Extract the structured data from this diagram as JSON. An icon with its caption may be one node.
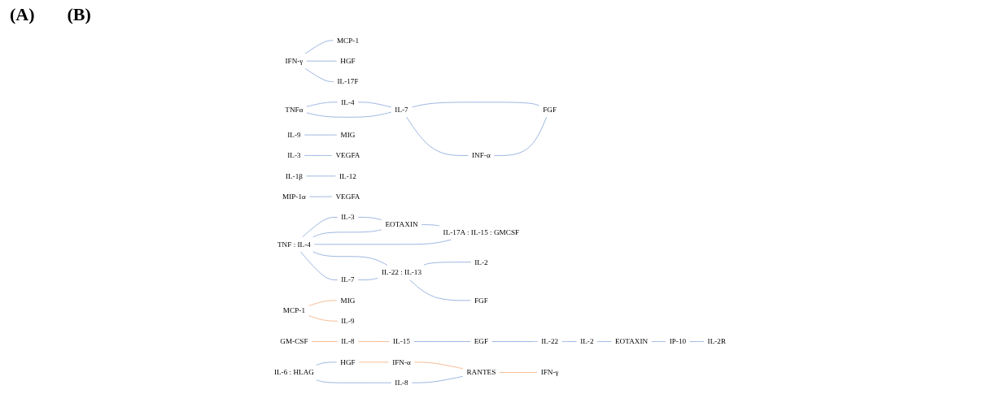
{
  "diagram": {
    "nodes": [
      {
        "text": [
          "TNFα"
        ]
      },
      {
        "text": [
          "INF-α"
        ]
      },
      {
        "text": [
          "IL-7"
        ]
      },
      {
        "text": [
          "IL-4"
        ]
      },
      {
        "text": [
          "FGF"
        ]
      },
      {
        "text": [
          "IFN-γ"
        ]
      },
      {
        "text": [
          "MCP-1"
        ]
      },
      {
        "text": [
          "HGF"
        ]
      },
      {
        "text": [
          "IL-17F"
        ]
      },
      {
        "text": [
          "IL-9"
        ]
      },
      {
        "text": [
          "MIG"
        ]
      },
      {
        "text": [
          "IL-3"
        ]
      },
      {
        "text": [
          "VEGFA"
        ]
      },
      {
        "text": [
          "GM-CSF"
        ]
      },
      {
        "text": [
          "IL-15"
        ]
      },
      {
        "text": [
          "IL-22"
        ]
      },
      {
        "text": [
          "EOTAXIN"
        ]
      },
      {
        "text": [
          "IL-2R"
        ]
      },
      {
        "text": [
          "IL-8"
        ]
      },
      {
        "text": [
          "EGF"
        ]
      },
      {
        "text": [
          "IL-2"
        ]
      },
      {
        "text": [
          "IP-10"
        ]
      },
      {
        "text": [
          "TNF : IL-4"
        ]
      },
      {
        "text": [
          "IL-7"
        ]
      },
      {
        "text": [
          "IL-3"
        ]
      },
      {
        "text": [
          "IL-22 : IL-13"
        ]
      },
      {
        "text": [
          "IL-1β"
        ]
      },
      {
        "text": [
          "IL-12"
        ]
      },
      {
        "text": [
          "EOTAXIN"
        ]
      },
      {
        "text": [
          "MIP-1α"
        ]
      },
      {
        "text": [
          "VEGFA"
        ]
      },
      {
        "text": [
          "IL-2"
        ]
      },
      {
        "text": [
          "FGF"
        ]
      },
      {
        "text": [
          "IL-17A : IL-15 : GMCSF"
        ]
      },
      {
        "text": [
          "IL-6 : HLAG"
        ]
      },
      {
        "text": [
          "HGF"
        ]
      },
      {
        "text": [
          "IL-8"
        ]
      },
      {
        "text": [
          "MCP-1"
        ]
      },
      {
        "text": [
          "IFN-α"
        ]
      },
      {
        "text": [
          "RANTES"
        ]
      },
      {
        "text": [
          "IL-9"
        ]
      },
      {
        "text": [
          "MIG"
        ]
      },
      {
        "text": [
          "IFN-γ"
        ]
      }
    ],
    "edges": [
      {
        "from": 0,
        "to": 3,
        "arrow": "none"
      },
      {
        "from": 0,
        "to": 2,
        "arrow": "none"
      },
      {
        "from": 2,
        "to": 4,
        "arrow": "none"
      },
      {
        "from": 3,
        "to": 2,
        "arrow": "none"
      },
      {
        "from": 2,
        "to": 1,
        "arrow": "none"
      },
      {
        "from": 1,
        "to": 4,
        "arrow": "none"
      },
      {
        "from": 5,
        "to": 6,
        "arrow": "none"
      },
      {
        "from": 5,
        "to": 7,
        "arrow": "none"
      },
      {
        "from": 5,
        "to": 8,
        "arrow": "none"
      },
      {
        "from": 9,
        "to": 10,
        "arrow": "none"
      },
      {
        "from": 11,
        "to": 12,
        "arrow": "none"
      },
      {
        "from": 13,
        "to": 18,
        "arrow": "none",
        "color": "#f4b183"
      },
      {
        "from": 18,
        "to": 14,
        "arrow": "none",
        "color": "#f4b183"
      },
      {
        "from": 14,
        "to": 19,
        "arrow": "none"
      },
      {
        "from": 19,
        "to": 15,
        "arrow": "none"
      },
      {
        "from": 15,
        "to": 20,
        "arrow": "none"
      },
      {
        "from": 20,
        "to": 16,
        "arrow": "none"
      },
      {
        "from": 16,
        "to": 21,
        "arrow": "none"
      },
      {
        "from": 21,
        "to": 17,
        "arrow": "none"
      },
      {
        "from": 22,
        "to": 24,
        "arrow": "none"
      },
      {
        "from": 22,
        "to": 28,
        "arrow": "none"
      },
      {
        "from": 22,
        "to": 33,
        "arrow": "none"
      },
      {
        "from": 22,
        "to": 25,
        "arrow": "none"
      },
      {
        "from": 22,
        "to": 23,
        "arrow": "none"
      },
      {
        "from": 24,
        "to": 28,
        "arrow": "none"
      },
      {
        "from": 28,
        "to": 33,
        "arrow": "none"
      },
      {
        "from": 23,
        "to": 25,
        "arrow": "none"
      },
      {
        "from": 25,
        "to": 31,
        "arrow": "none"
      },
      {
        "from": 25,
        "to": 32,
        "arrow": "none"
      },
      {
        "from": 26,
        "to": 27,
        "arrow": "none"
      },
      {
        "from": 29,
        "to": 30,
        "arrow": "none"
      },
      {
        "from": 34,
        "to": 35,
        "arrow": "none"
      },
      {
        "from": 34,
        "to": 36,
        "arrow": "none"
      },
      {
        "from": 36,
        "to": 39,
        "arrow": "none"
      },
      {
        "from": 35,
        "to": 38,
        "arrow": "none",
        "color": "#f4b183"
      },
      {
        "from": 38,
        "to": 39,
        "arrow": "none",
        "color": "#f4b183"
      },
      {
        "from": 39,
        "to": 42,
        "arrow": "none",
        "color": "#f4b183"
      },
      {
        "from": 37,
        "to": 41,
        "arrow": "none",
        "color": "#f4b183"
      },
      {
        "from": 37,
        "to": 40,
        "arrow": "none",
        "color": "#f4b183"
      }
    ],
    "labels": [
      "(A)",
      "(B)"
    ]
  }
}
